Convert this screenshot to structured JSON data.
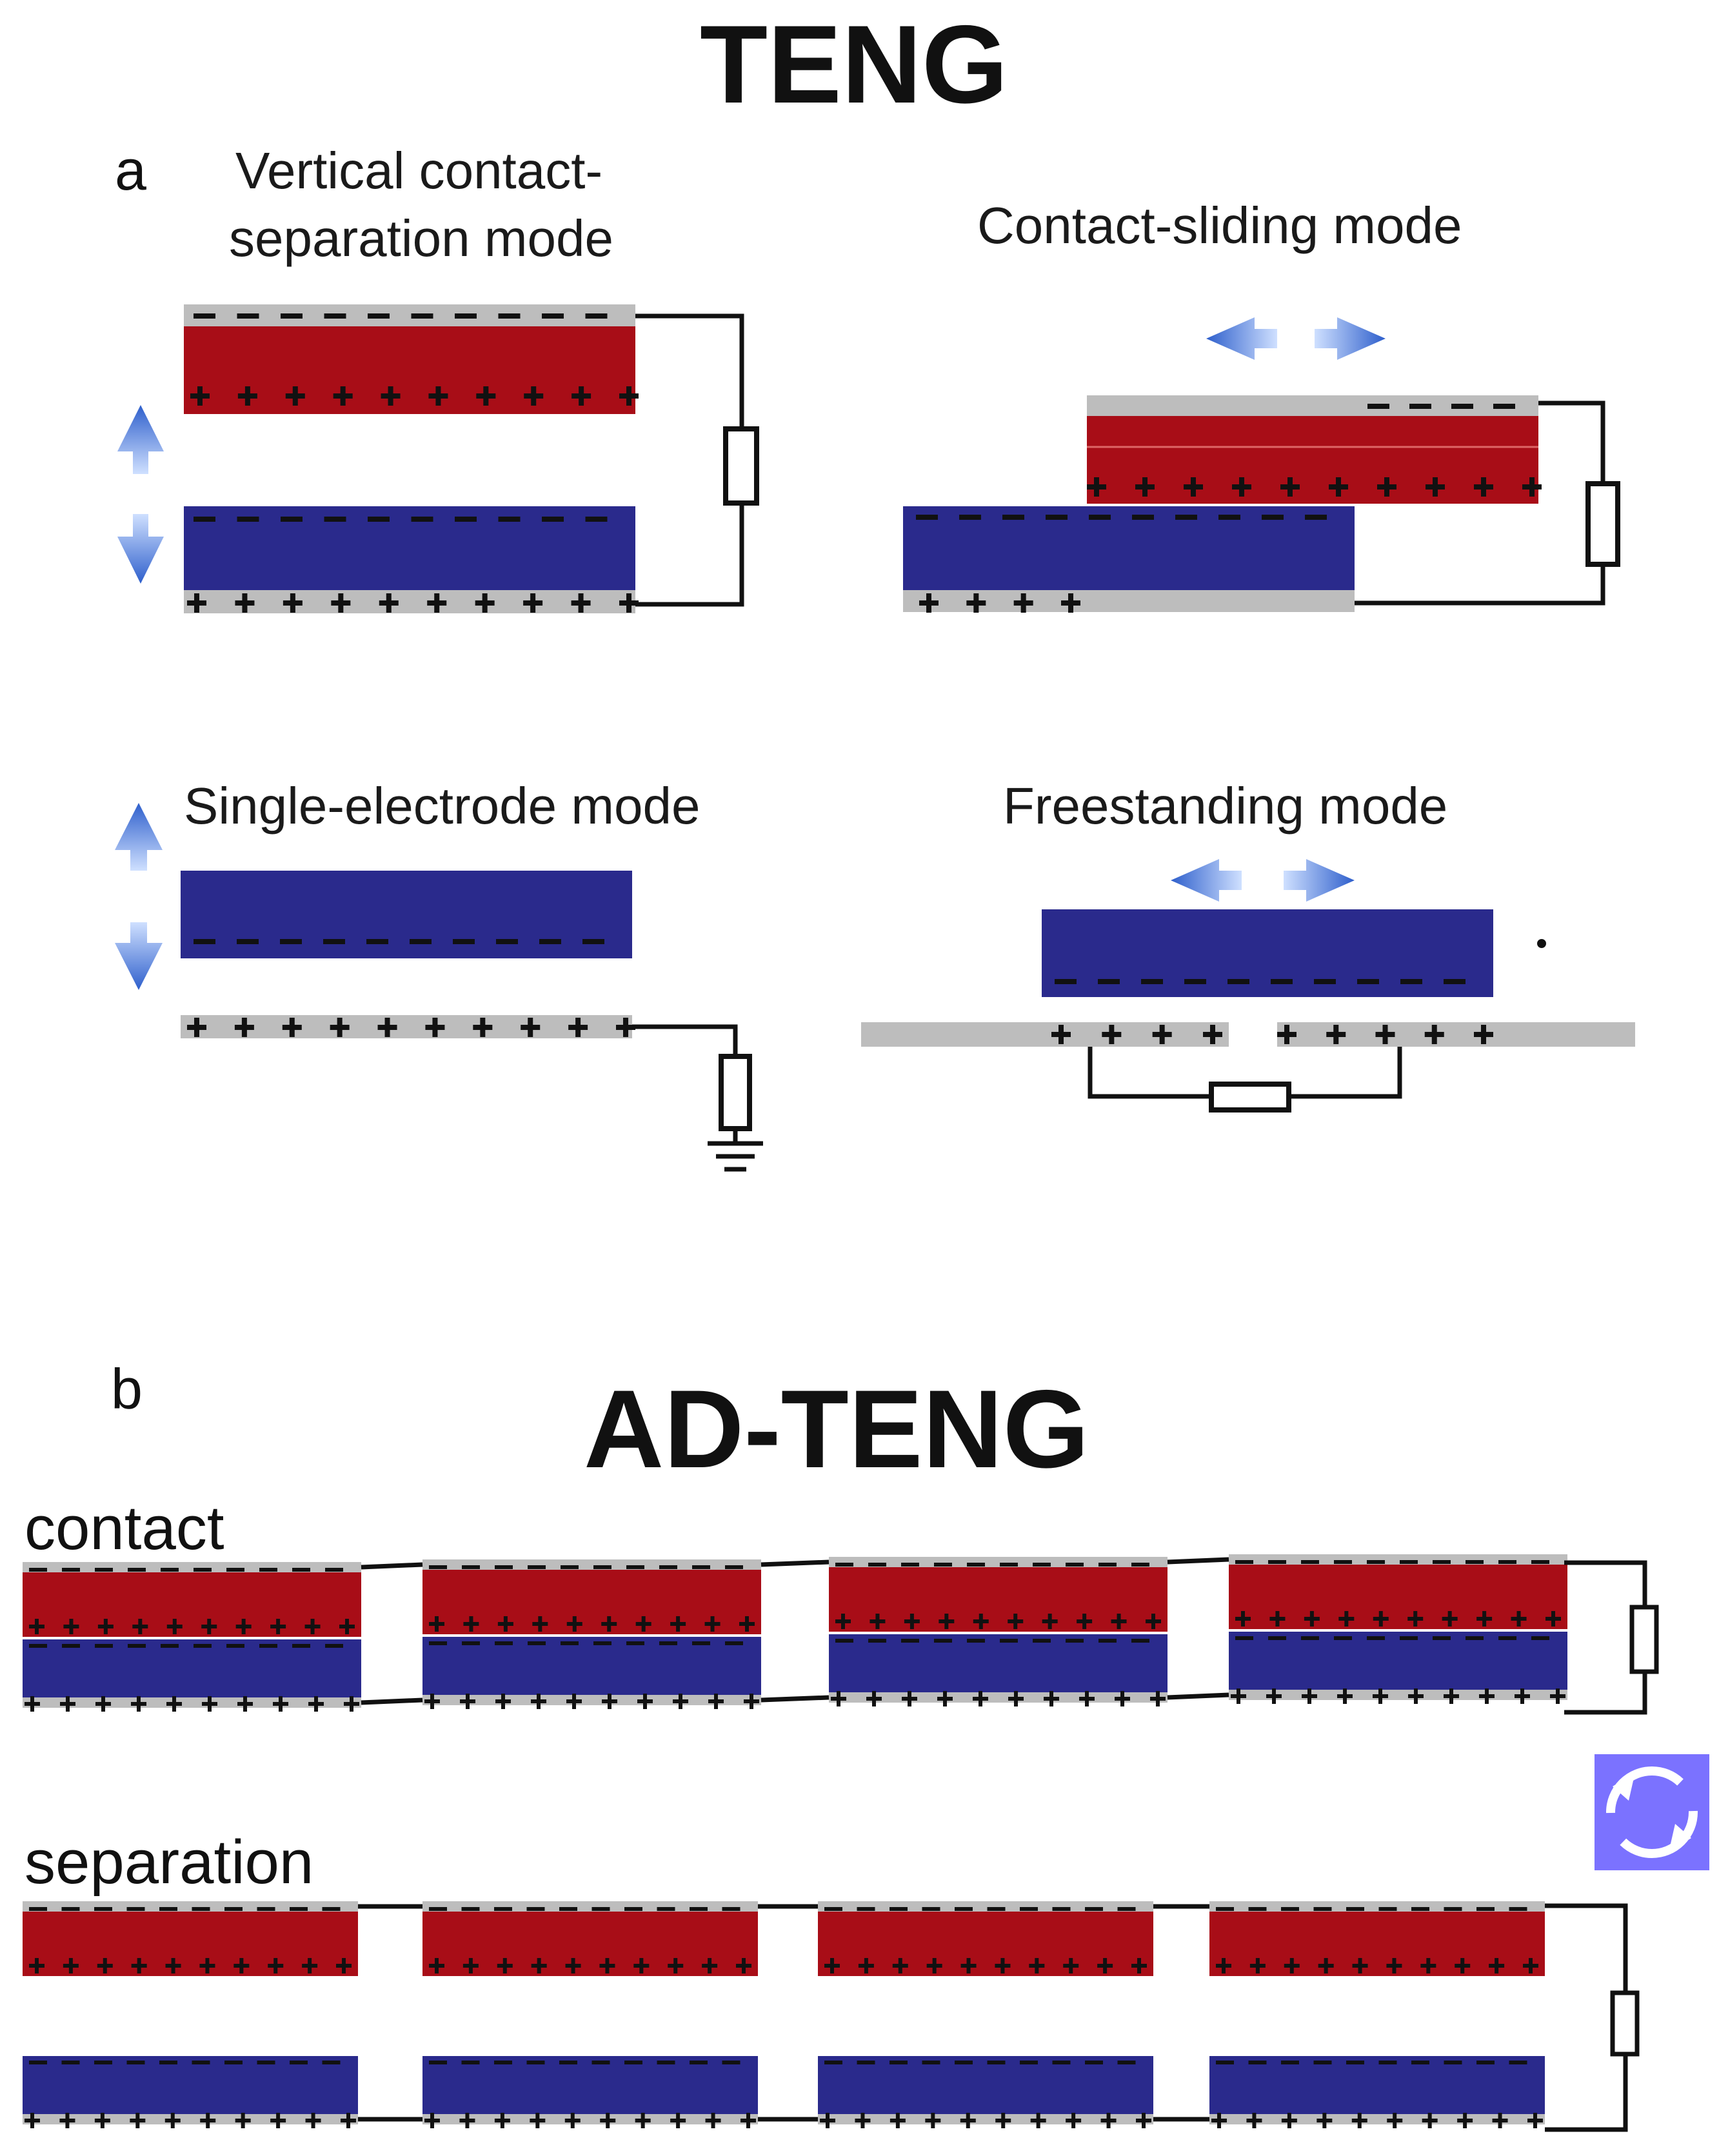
{
  "titles": {
    "top": "TENG",
    "bottom": "AD-TENG"
  },
  "panels": {
    "a": "a",
    "b": "b"
  },
  "modes": {
    "vertical_line1": "Vertical contact-",
    "vertical_line2": "separation mode",
    "sliding": "Contact-sliding mode",
    "single": "Single-electrode mode",
    "freestanding": "Freestanding mode"
  },
  "states": {
    "contact": "contact",
    "separation": "separation"
  },
  "colors": {
    "red_layer": "#a80d17",
    "blue_layer": "#2a2a8c",
    "electrode": "#bdbdbd",
    "arrow": "#3d6fd6",
    "cycle_icon_bg": "#7b72ff"
  },
  "icons": {
    "motion_arrow": "double-arrow-icon",
    "cycle": "cycle-arrows-icon",
    "ground": "ground-icon",
    "resistor": "resistor-icon"
  }
}
